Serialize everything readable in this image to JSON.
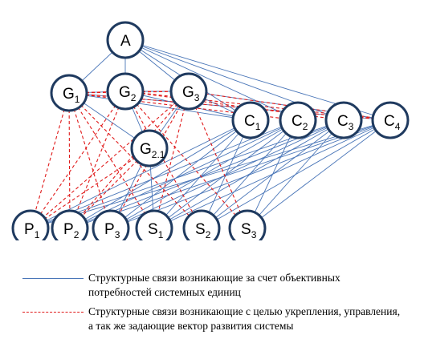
{
  "nodes": [
    {
      "id": "A",
      "label": "A",
      "sub": ""
    },
    {
      "id": "G1",
      "label": "G",
      "sub": "1"
    },
    {
      "id": "G2",
      "label": "G",
      "sub": "2"
    },
    {
      "id": "G3",
      "label": "G",
      "sub": "3"
    },
    {
      "id": "G21",
      "label": "G",
      "sub": "2.1"
    },
    {
      "id": "C1",
      "label": "C",
      "sub": "1"
    },
    {
      "id": "C2",
      "label": "C",
      "sub": "2"
    },
    {
      "id": "C3",
      "label": "C",
      "sub": "3"
    },
    {
      "id": "C4",
      "label": "C",
      "sub": "4"
    },
    {
      "id": "P1",
      "label": "P",
      "sub": "1"
    },
    {
      "id": "P2",
      "label": "P",
      "sub": "2"
    },
    {
      "id": "P3",
      "label": "P",
      "sub": "3"
    },
    {
      "id": "S1",
      "label": "S",
      "sub": "1"
    },
    {
      "id": "S2",
      "label": "S",
      "sub": "2"
    },
    {
      "id": "S3",
      "label": "S",
      "sub": "3"
    }
  ],
  "edges": {
    "solid": [
      [
        "A",
        "G1"
      ],
      [
        "A",
        "G2"
      ],
      [
        "A",
        "G3"
      ],
      [
        "A",
        "C1"
      ],
      [
        "A",
        "C2"
      ],
      [
        "A",
        "C3"
      ],
      [
        "A",
        "C4"
      ],
      [
        "G1",
        "G2"
      ],
      [
        "G2",
        "G3"
      ],
      [
        "G1",
        "G21"
      ],
      [
        "G2",
        "G21"
      ],
      [
        "G3",
        "G21"
      ],
      [
        "G1",
        "C1"
      ],
      [
        "G2",
        "C1"
      ],
      [
        "G3",
        "C1"
      ],
      [
        "G1",
        "C4"
      ],
      [
        "G3",
        "C4"
      ],
      [
        "C1",
        "P1"
      ],
      [
        "C1",
        "P2"
      ],
      [
        "C1",
        "P3"
      ],
      [
        "C1",
        "S1"
      ],
      [
        "C1",
        "S2"
      ],
      [
        "C2",
        "P1"
      ],
      [
        "C2",
        "P2"
      ],
      [
        "C2",
        "P3"
      ],
      [
        "C2",
        "S1"
      ],
      [
        "C2",
        "S2"
      ],
      [
        "C2",
        "S3"
      ],
      [
        "C3",
        "P1"
      ],
      [
        "C3",
        "P2"
      ],
      [
        "C3",
        "P3"
      ],
      [
        "C3",
        "S1"
      ],
      [
        "C3",
        "S2"
      ],
      [
        "C3",
        "S3"
      ],
      [
        "C4",
        "P1"
      ],
      [
        "C4",
        "P2"
      ],
      [
        "C4",
        "P3"
      ],
      [
        "C4",
        "S1"
      ],
      [
        "C4",
        "S2"
      ],
      [
        "C4",
        "S3"
      ],
      [
        "G21",
        "P3"
      ],
      [
        "G21",
        "S1"
      ]
    ],
    "dashed": [
      [
        "G1",
        "G2"
      ],
      [
        "G1",
        "G3"
      ],
      [
        "G2",
        "G3"
      ],
      [
        "G1",
        "C4"
      ],
      [
        "G2",
        "C4"
      ],
      [
        "G3",
        "C4"
      ],
      [
        "G1",
        "C2"
      ],
      [
        "G2",
        "C3"
      ],
      [
        "G1",
        "P1"
      ],
      [
        "G1",
        "P2"
      ],
      [
        "G1",
        "P3"
      ],
      [
        "G1",
        "S1"
      ],
      [
        "G1",
        "S2"
      ],
      [
        "G2",
        "P1"
      ],
      [
        "G2",
        "P2"
      ],
      [
        "G2",
        "S2"
      ],
      [
        "G2",
        "S3"
      ],
      [
        "G3",
        "P1"
      ],
      [
        "G3",
        "P2"
      ],
      [
        "G3",
        "P3"
      ],
      [
        "G3",
        "S1"
      ],
      [
        "G3",
        "S3"
      ],
      [
        "G21",
        "P1"
      ],
      [
        "G21",
        "P2"
      ]
    ]
  },
  "colors": {
    "solid_edge": "#4a76b8",
    "dashed_edge": "#e01a1a",
    "node_stroke": "#1f3a5f"
  },
  "legend": {
    "solid_text": "Структурные связи возникающие за счет объективных потребностей системных единиц",
    "dashed_text": "Структурные связи возникающие с целью укрепления, управления, а так же задающие вектор развития системы"
  }
}
